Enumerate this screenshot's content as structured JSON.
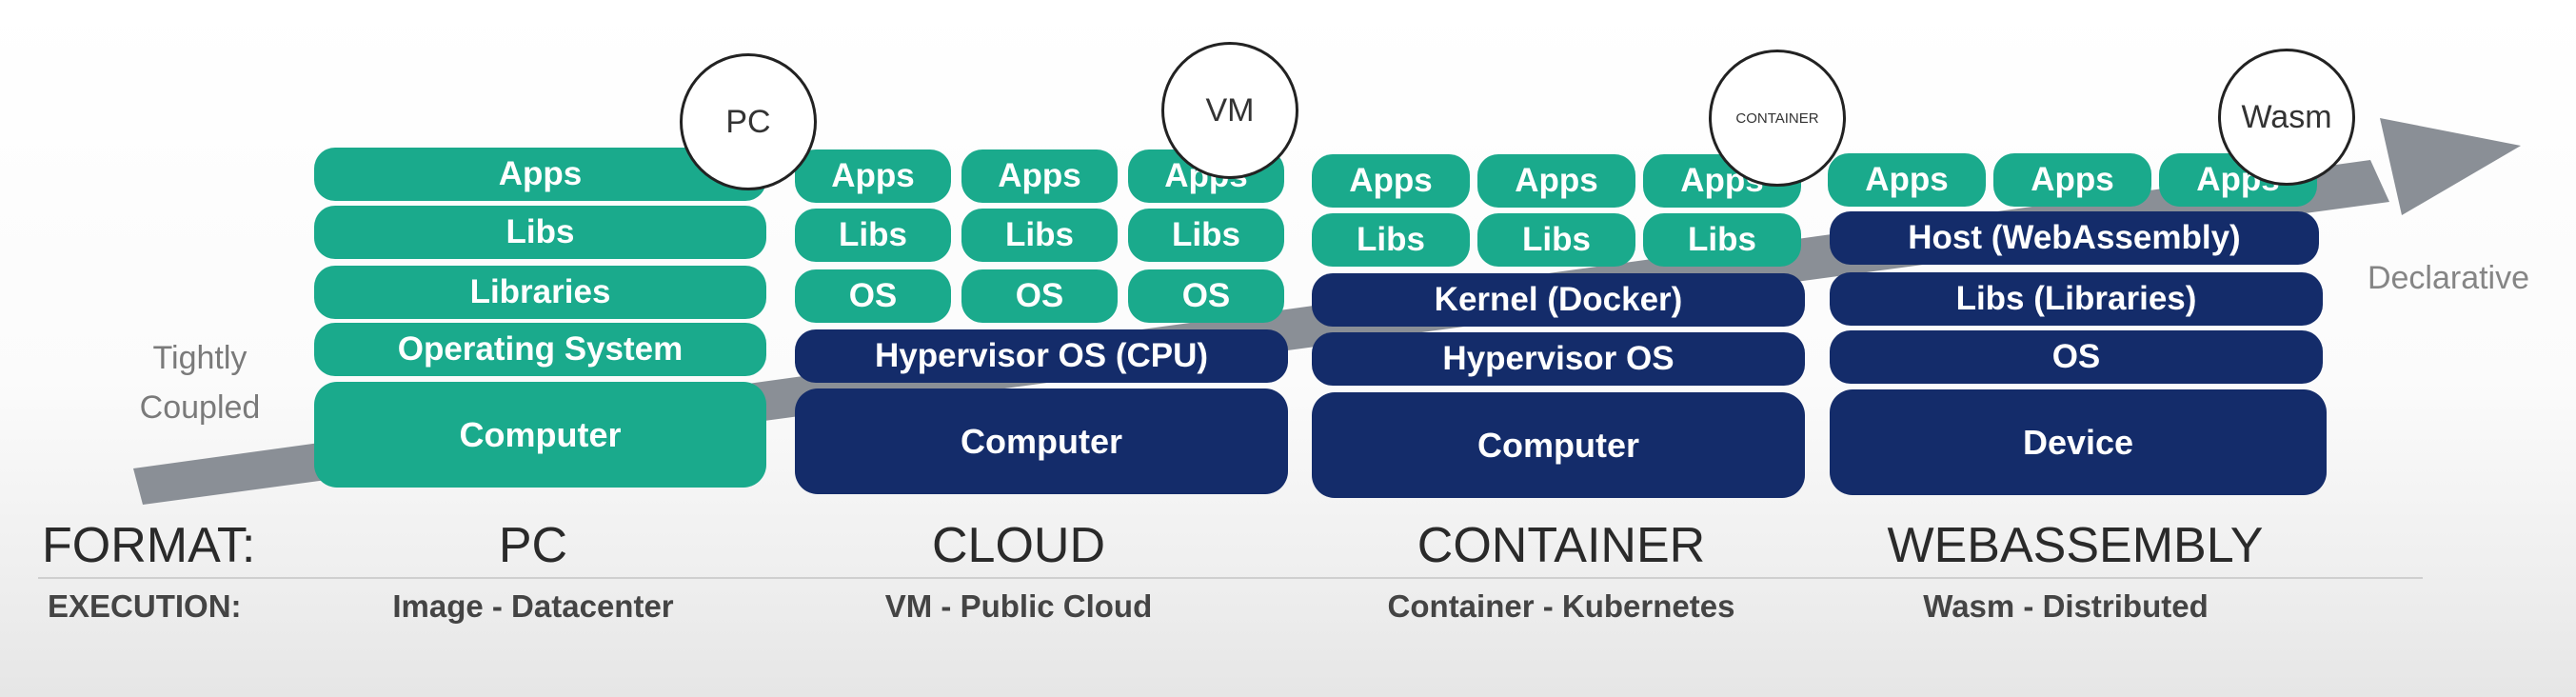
{
  "colors": {
    "teal": "#1aaa8c",
    "navy": "#142c6a",
    "arrow": "#8a8f96"
  },
  "labels": {
    "left": [
      "Tightly",
      "Coupled"
    ],
    "right": "Declarative"
  },
  "circles": [
    "PC",
    "VM",
    "CONTAINER",
    "Wasm"
  ],
  "columns": [
    {
      "format": "PC",
      "execution": "Image - Datacenter",
      "rows": [
        {
          "cells": [
            "Apps"
          ],
          "color": "teal"
        },
        {
          "cells": [
            "Libs"
          ],
          "color": "teal"
        },
        {
          "cells": [
            "Libraries"
          ],
          "color": "teal"
        },
        {
          "cells": [
            "Operating System"
          ],
          "color": "teal"
        },
        {
          "cells": [
            "Computer"
          ],
          "color": "teal"
        }
      ]
    },
    {
      "format": "CLOUD",
      "execution": "VM - Public Cloud",
      "rows": [
        {
          "cells": [
            "Apps",
            "Apps",
            "Apps"
          ],
          "color": "teal"
        },
        {
          "cells": [
            "Libs",
            "Libs",
            "Libs"
          ],
          "color": "teal"
        },
        {
          "cells": [
            "OS",
            "OS",
            "OS"
          ],
          "color": "teal"
        },
        {
          "cells": [
            "Hypervisor OS (CPU)"
          ],
          "color": "navy"
        },
        {
          "cells": [
            "Computer"
          ],
          "color": "navy"
        }
      ]
    },
    {
      "format": "CONTAINER",
      "execution": "Container - Kubernetes",
      "rows": [
        {
          "cells": [
            "Apps",
            "Apps",
            "Apps"
          ],
          "color": "teal"
        },
        {
          "cells": [
            "Libs",
            "Libs",
            "Libs"
          ],
          "color": "teal"
        },
        {
          "cells": [
            "Kernel (Docker)"
          ],
          "color": "navy"
        },
        {
          "cells": [
            "Hypervisor OS"
          ],
          "color": "navy"
        },
        {
          "cells": [
            "Computer"
          ],
          "color": "navy"
        }
      ]
    },
    {
      "format": "WEBASSEMBLY",
      "execution": "Wasm - Distributed",
      "rows": [
        {
          "cells": [
            "Apps",
            "Apps",
            "Apps"
          ],
          "color": "teal"
        },
        {
          "cells": [
            "Host (WebAssembly)"
          ],
          "color": "navy"
        },
        {
          "cells": [
            "Libs (Libraries)"
          ],
          "color": "navy"
        },
        {
          "cells": [
            "OS"
          ],
          "color": "navy"
        },
        {
          "cells": [
            "Device"
          ],
          "color": "navy"
        }
      ]
    }
  ],
  "row_labels": {
    "format": "FORMAT:",
    "execution": "EXECUTION:"
  }
}
